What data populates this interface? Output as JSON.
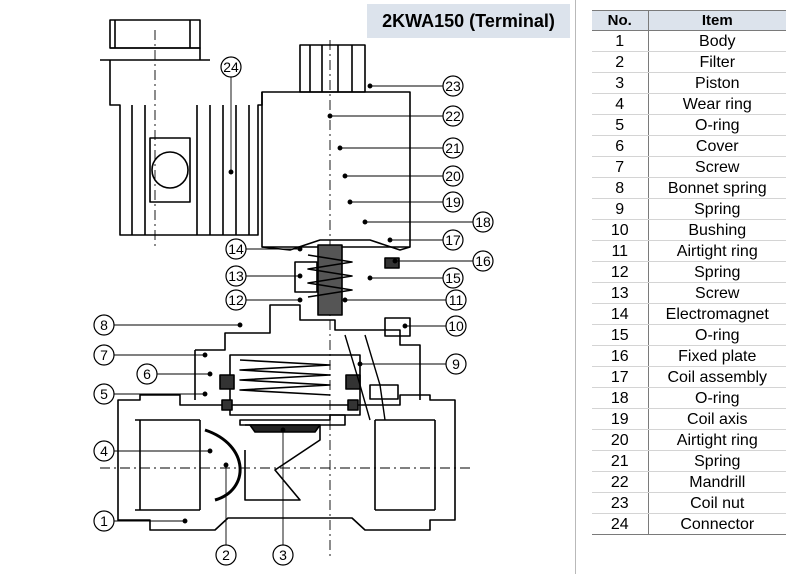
{
  "title": "2KWA150 (Terminal)",
  "table": {
    "header_no": "No.",
    "header_item": "Item",
    "rows": [
      {
        "no": "1",
        "item": "Body"
      },
      {
        "no": "2",
        "item": "Filter"
      },
      {
        "no": "3",
        "item": "Piston"
      },
      {
        "no": "4",
        "item": "Wear ring"
      },
      {
        "no": "5",
        "item": "O-ring"
      },
      {
        "no": "6",
        "item": "Cover"
      },
      {
        "no": "7",
        "item": "Screw"
      },
      {
        "no": "8",
        "item": "Bonnet spring"
      },
      {
        "no": "9",
        "item": "Spring"
      },
      {
        "no": "10",
        "item": "Bushing"
      },
      {
        "no": "11",
        "item": "Airtight ring"
      },
      {
        "no": "12",
        "item": "Spring"
      },
      {
        "no": "13",
        "item": "Screw"
      },
      {
        "no": "14",
        "item": "Electromagnet"
      },
      {
        "no": "15",
        "item": "O-ring"
      },
      {
        "no": "16",
        "item": "Fixed plate"
      },
      {
        "no": "17",
        "item": "Coil assembly"
      },
      {
        "no": "18",
        "item": "O-ring"
      },
      {
        "no": "19",
        "item": "Coil axis"
      },
      {
        "no": "20",
        "item": "Airtight ring"
      },
      {
        "no": "21",
        "item": "Spring"
      },
      {
        "no": "22",
        "item": "Mandrill"
      },
      {
        "no": "23",
        "item": "Coil nut"
      },
      {
        "no": "24",
        "item": "Connector"
      }
    ]
  },
  "callouts": [
    "1",
    "2",
    "3",
    "4",
    "5",
    "6",
    "7",
    "8",
    "9",
    "10",
    "11",
    "12",
    "13",
    "14",
    "15",
    "16",
    "17",
    "18",
    "19",
    "20",
    "21",
    "22",
    "23",
    "24"
  ],
  "colors": {
    "title_bg": "#dce3ec",
    "line": "#000000",
    "table_header_bg": "#dce3ec"
  }
}
